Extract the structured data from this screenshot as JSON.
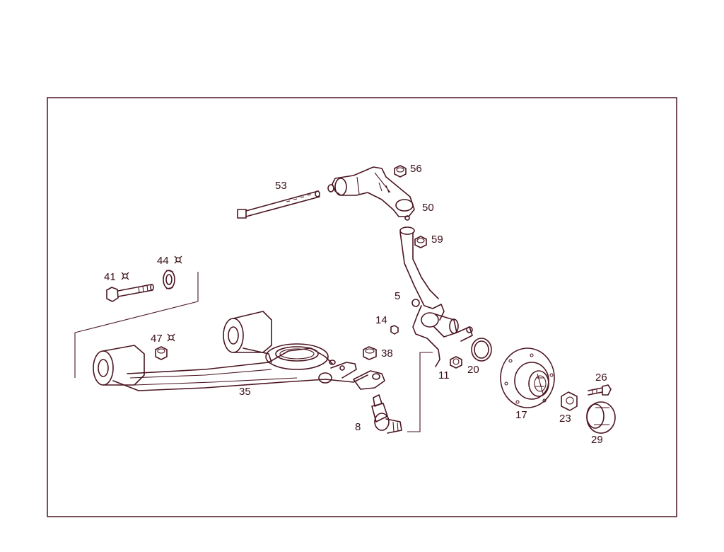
{
  "callouts": {
    "p53": "53",
    "p56": "56",
    "p50": "50",
    "p59": "59",
    "p5": "5",
    "p14": "14",
    "p38": "38",
    "p11": "11",
    "p20": "20",
    "p41": "41",
    "p44": "44",
    "p47": "47",
    "p35": "35",
    "p8": "8",
    "p17": "17",
    "p26": "26",
    "p23": "23",
    "p29": "29"
  }
}
